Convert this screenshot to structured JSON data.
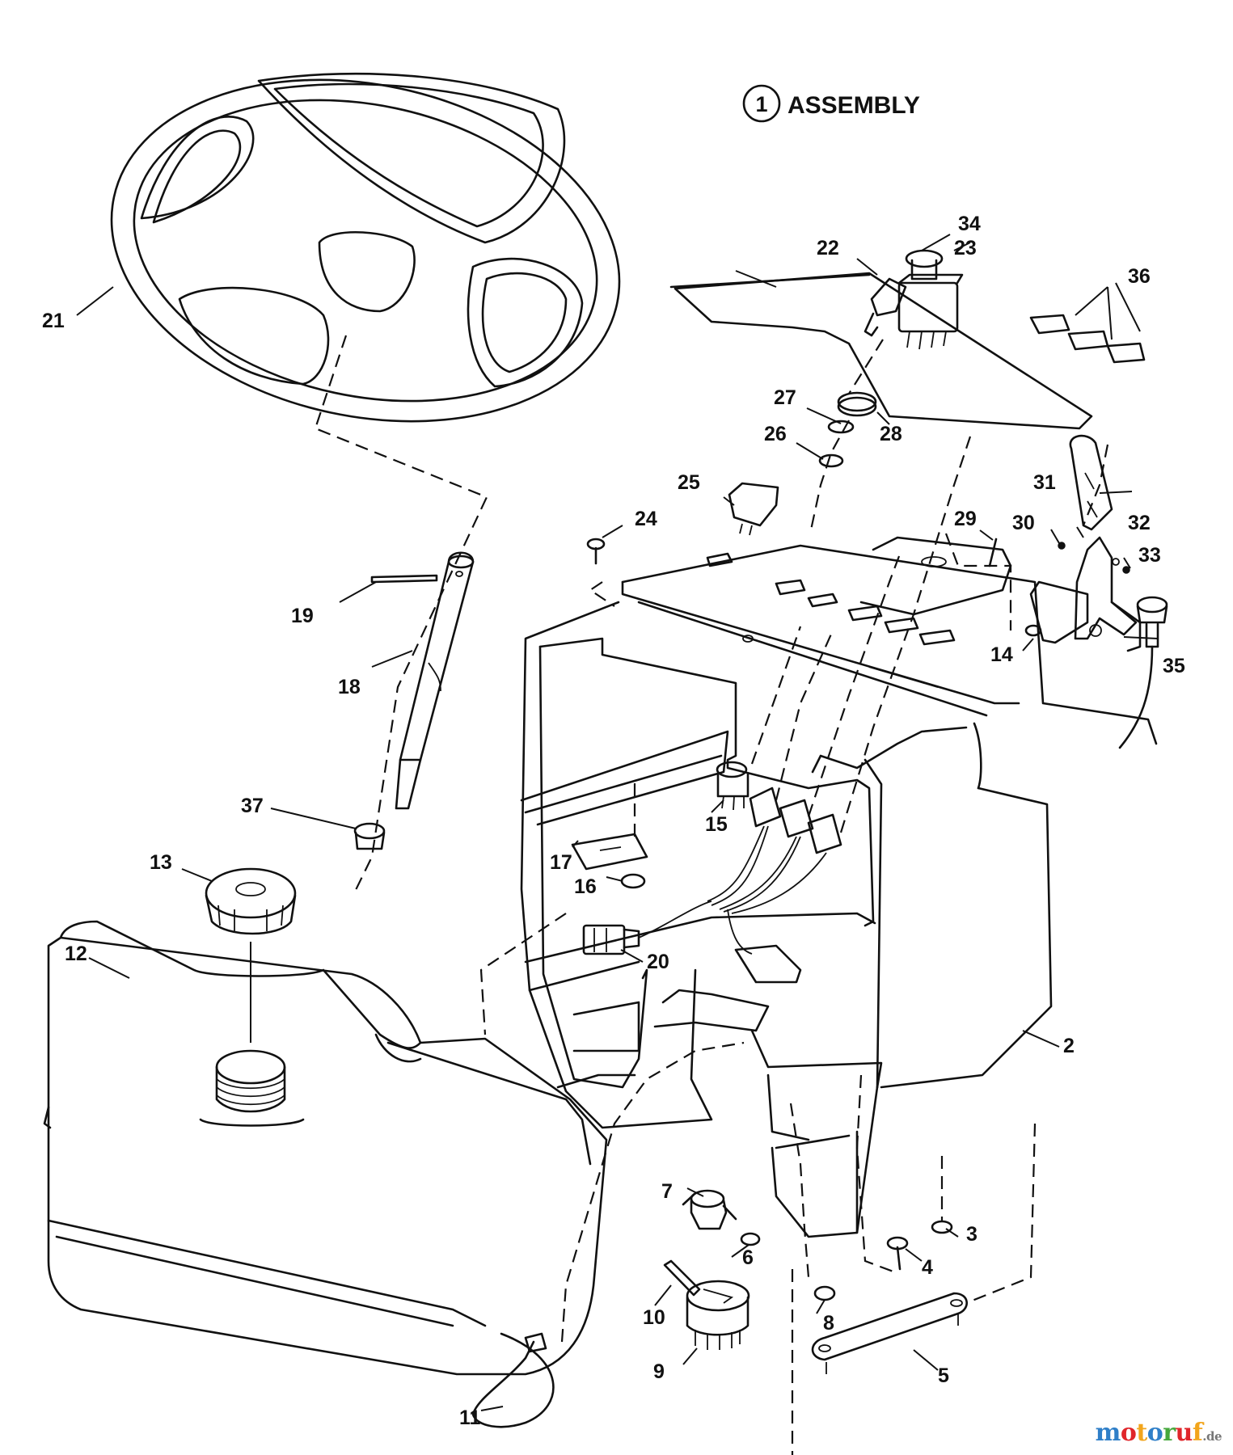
{
  "title": {
    "circle_number": "1",
    "text": "ASSEMBLY"
  },
  "callouts": [
    {
      "id": "c2",
      "label": "2"
    },
    {
      "id": "c3",
      "label": "3"
    },
    {
      "id": "c4",
      "label": "4"
    },
    {
      "id": "c5",
      "label": "5"
    },
    {
      "id": "c6",
      "label": "6"
    },
    {
      "id": "c7",
      "label": "7"
    },
    {
      "id": "c8",
      "label": "8"
    },
    {
      "id": "c9",
      "label": "9"
    },
    {
      "id": "c10",
      "label": "10"
    },
    {
      "id": "c11",
      "label": "11"
    },
    {
      "id": "c12",
      "label": "12"
    },
    {
      "id": "c13",
      "label": "13"
    },
    {
      "id": "c14",
      "label": "14"
    },
    {
      "id": "c15",
      "label": "15"
    },
    {
      "id": "c16",
      "label": "16"
    },
    {
      "id": "c17",
      "label": "17"
    },
    {
      "id": "c18",
      "label": "18"
    },
    {
      "id": "c19",
      "label": "19"
    },
    {
      "id": "c20",
      "label": "20"
    },
    {
      "id": "c21",
      "label": "21"
    },
    {
      "id": "c22",
      "label": "22"
    },
    {
      "id": "c23",
      "label": "23"
    },
    {
      "id": "c24",
      "label": "24"
    },
    {
      "id": "c25",
      "label": "25"
    },
    {
      "id": "c26",
      "label": "26"
    },
    {
      "id": "c27",
      "label": "27"
    },
    {
      "id": "c28",
      "label": "28"
    },
    {
      "id": "c29",
      "label": "29"
    },
    {
      "id": "c30",
      "label": "30"
    },
    {
      "id": "c31",
      "label": "31"
    },
    {
      "id": "c32",
      "label": "32"
    },
    {
      "id": "c33",
      "label": "33"
    },
    {
      "id": "c34",
      "label": "34"
    },
    {
      "id": "c35",
      "label": "35"
    },
    {
      "id": "c36",
      "label": "36"
    },
    {
      "id": "c37",
      "label": "37"
    }
  ],
  "watermark": {
    "m": "m",
    "o1": "o",
    "t": "t",
    "o2": "o",
    "r": "r",
    "u": "u",
    "f": "f",
    "tld": ".de"
  },
  "colors": {
    "line": "#111111",
    "background": "#ffffff",
    "watermark_blue": "#2f7fc8",
    "watermark_red": "#e0262b",
    "watermark_orange": "#f2a51c",
    "watermark_green": "#46a83c"
  }
}
